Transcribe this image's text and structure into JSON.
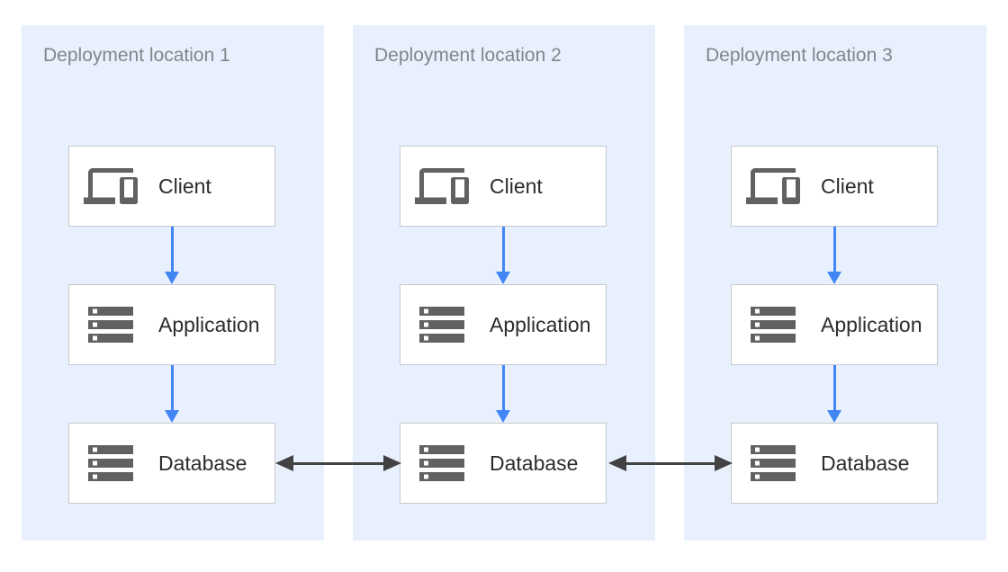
{
  "diagram": {
    "panels": [
      {
        "title": "Deployment location 1",
        "nodes": [
          {
            "label": "Client",
            "icon": "devices-icon"
          },
          {
            "label": "Application",
            "icon": "server-stack-icon"
          },
          {
            "label": "Database",
            "icon": "server-stack-icon"
          }
        ]
      },
      {
        "title": "Deployment location 2",
        "nodes": [
          {
            "label": "Client",
            "icon": "devices-icon"
          },
          {
            "label": "Application",
            "icon": "server-stack-icon"
          },
          {
            "label": "Database",
            "icon": "server-stack-icon"
          }
        ]
      },
      {
        "title": "Deployment location 3",
        "nodes": [
          {
            "label": "Client",
            "icon": "devices-icon"
          },
          {
            "label": "Application",
            "icon": "server-stack-icon"
          },
          {
            "label": "Database",
            "icon": "server-stack-icon"
          }
        ]
      }
    ],
    "connections": {
      "vertical_flow": [
        "Client → Application",
        "Application → Database"
      ],
      "horizontal_links": [
        "Database 1 ↔ Database 2",
        "Database 2 ↔ Database 3"
      ]
    }
  },
  "colors": {
    "panel-bg": "#e8f0fe",
    "panel-title": "#80868b",
    "node-bg": "#ffffff",
    "node-border": "#c6c9cc",
    "node-label": "#2b2c2e",
    "icon-gray": "#616161",
    "flow-arrow-blue": "#4285f4",
    "link-arrow-dark": "#424242",
    "page-bg": "#ffffff"
  }
}
